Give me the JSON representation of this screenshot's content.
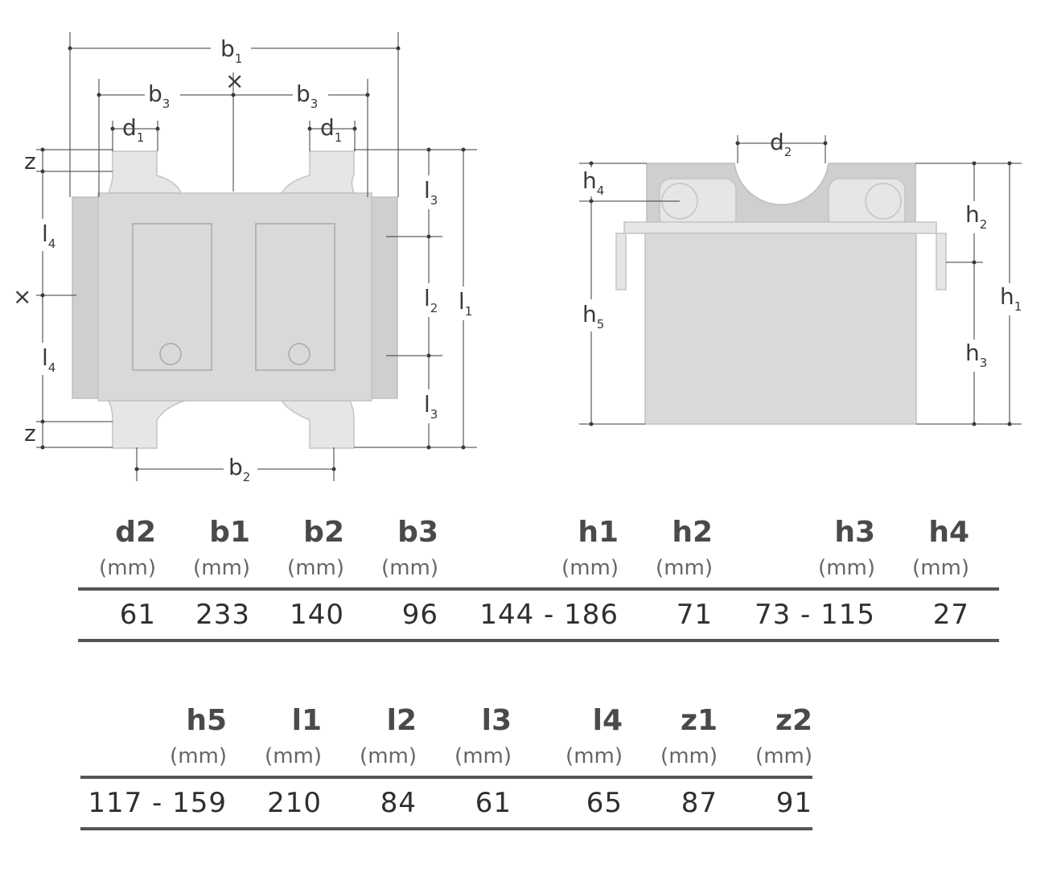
{
  "diagram": {
    "labels": {
      "b1": {
        "main": "b",
        "sub": "1"
      },
      "b2": {
        "main": "b",
        "sub": "2"
      },
      "b3": {
        "main": "b",
        "sub": "3"
      },
      "d1": {
        "main": "d",
        "sub": "1"
      },
      "d2": {
        "main": "d",
        "sub": "2"
      },
      "z": {
        "main": "z",
        "sub": ""
      },
      "l1": {
        "main": "l",
        "sub": "1"
      },
      "l2": {
        "main": "l",
        "sub": "2"
      },
      "l3": {
        "main": "l",
        "sub": "3"
      },
      "l4": {
        "main": "l",
        "sub": "4"
      },
      "h1": {
        "main": "h",
        "sub": "1"
      },
      "h2": {
        "main": "h",
        "sub": "2"
      },
      "h3": {
        "main": "h",
        "sub": "3"
      },
      "h4": {
        "main": "h",
        "sub": "4"
      },
      "h5": {
        "main": "h",
        "sub": "5"
      }
    }
  },
  "table1": {
    "headers": [
      "d2",
      "b1",
      "b2",
      "b3",
      "h1",
      "h2",
      "h3",
      "h4"
    ],
    "units": [
      "(mm)",
      "(mm)",
      "(mm)",
      "(mm)",
      "(mm)",
      "(mm)",
      "(mm)",
      "(mm)"
    ],
    "values": [
      "61",
      "233",
      "140",
      "96",
      "144 - 186",
      "71",
      "73 - 115",
      "27"
    ]
  },
  "table2": {
    "headers": [
      "h5",
      "l1",
      "l2",
      "l3",
      "l4",
      "z1",
      "z2"
    ],
    "units": [
      "(mm)",
      "(mm)",
      "(mm)",
      "(mm)",
      "(mm)",
      "(mm)",
      "(mm)"
    ],
    "values": [
      "117 - 159",
      "210",
      "84",
      "61",
      "65",
      "87",
      "91"
    ]
  }
}
